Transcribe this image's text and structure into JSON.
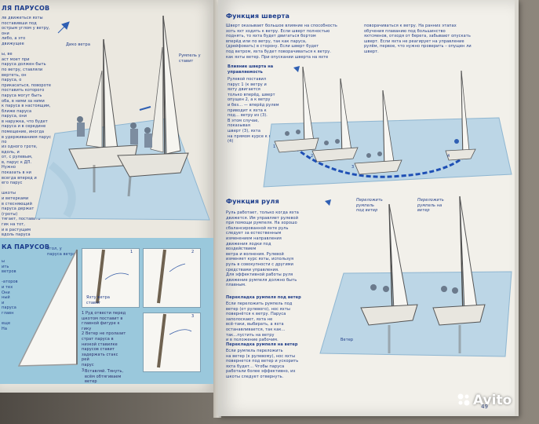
{
  "left_page": {
    "heading_top": "ЛЯ ПАРУСОВ",
    "heading_bottom": "КА ПАРУСОВ",
    "text_column_1": "лв движеться яхты\nпоставивши под\nострым углом у ветру, они\nлибо, а это\nдвижущее\n\nы, ве\nаст моет при\nпаруса должен быть\nпо ветру, ставляли\nвертеть, он\nпаруса, о\nприкасаться, повороте\nпоставить которого\nпаруса могут быть\nоба, в ними за ними\nк паруса в настоящим,\nближе паруса\nпаруса, они\nв наружка, что будет\nпаруса и в середине\nпомещение, иногда\nв удерживанием парус\nпо",
    "text_column_2": "из одного гроте,\nвдоль, и\nот, с рулевым,\nв, парус к ДП. Нужно\nпоказать в ни\nвсегда вперед и\nего парус\n\nшкоты\nи ветерками\nв стесняющий\nпаруса держат (гроты)\nтягает, поставить\nгик на тот,\nи в растущим\nвдоль паруса\nдвижет\nпарус",
    "text_column_3": "ы\nить\nветров\n\n-аторов\nи тех\nОни\nный\nи\nпаруса\nглавн\n\nеще\nНа",
    "labels": [
      "Дико ветра",
      "Румпель у\nставит",
      "Угол, у\nпаруса ветра",
      "Яхту ветра\nставят"
    ],
    "inset_notes": [
      "1 Руд отвести перед\nшкотом поставит в\nглавной фигуре к\nгику\n2 Ветер не пролазит\nстрат паруса в\nнизкой ставилке\nпарусов ставит\nзадержать стакс\nрей\nпарус\n3",
      "Вставляй. Тянуть,\nвсём обтягиваем\nветер"
    ],
    "sketch_numbers": [
      "1",
      "2",
      "3"
    ]
  },
  "right_page": {
    "shvert_title": "Функция шверта",
    "shvert_text_1": "Шверт оказывает большое влияние на способность\nхоть яхт ходить к ветру. Если шверт полностью\nподнять, то яхта будет двигаться бортом\nвперёд или по ветру, так как паруса,\n(дрейфовать) в сторону. Если шверт будет\nпод ветром, яхта будет поворачиваться к ветру.\nкак яхты ветер. При опускании шверта на яхте",
    "shvert_text_2": "поворачиваться к ветру. На ранних этапах\nобучения плаванию под большинство\nяхтсменов, отходя от берега, забывают опускать\nшверт. Если яхта не реагирует на управление\nрулём, первое, что нужно проверить – опущен ли\nшверт.",
    "shvert_sub": "Влияние шверта на\nуправляемость",
    "shvert_side_text": "Рулевой поставил\nпарус 1 (к ветру и\nяхту двигается\nтолько вперёд, шверт\nопущен 2, а к ветру\nи без... — вперёд рулем\nприводит к яхта к\nпод... ветру из (3).\nВ этом случае,\nпоказывая\nшверт (3), яхта\nна прямом курсе к ветру\n(4)",
    "rudder_title": "Функция руля",
    "rudder_text": "Руль работает, только когда яхта\nдвижется. Им управляет рулевой\nпри помощи румпеля. На хорошо\nсбалансированной яхте руль\nследует за естественным\nизменением направления\nдвижения лодки под воздействием\nветра и волнения. Рулевой\nизменяет курс яхты, используя\nруль в совокупности с другими\nсредствами управления.\nДля эффективной работы руля\nдвижение румпеля должно быть\nплавным.",
    "rudder_sub_1": "Перекладка румпеля под ветер",
    "rudder_text_1": "Если переложить румпель под\nветер (от рулевого), нос яхты\nповернётся к ветру. Паруса\nзаполоскают, яхта не\nвсё-таки, выбирать, а яхта\nостанавливается, так как...\nтак...пустить на ветру\nи в положение рабочим.",
    "rudder_sub_2": "Перекладка румпеля на ветер",
    "rudder_text_2": "Если румпель переложить\nна ветер (к рулевому), нос яхты\nповернется под ветер и ускорить\nяхта будет... Чтобы паруса\nработали более эффективно, их\nшкоты следует отвернуть.",
    "labels": [
      "Переложить\nрумпель\nпод ветер",
      "Переложить\nрумпель на\nветер",
      "Ветер"
    ],
    "boat_numbers": [
      "1",
      "2",
      "3",
      "4"
    ],
    "page_number": "49"
  },
  "watermark": {
    "text": "Avito"
  },
  "colors": {
    "ink": "#1f3c88",
    "water": "#bcd6e6",
    "water_edge": "#8fb6d1",
    "inset_frame": "#9ac8dc",
    "arrow": "#2f5fb3",
    "path": "#1e4fb5"
  }
}
